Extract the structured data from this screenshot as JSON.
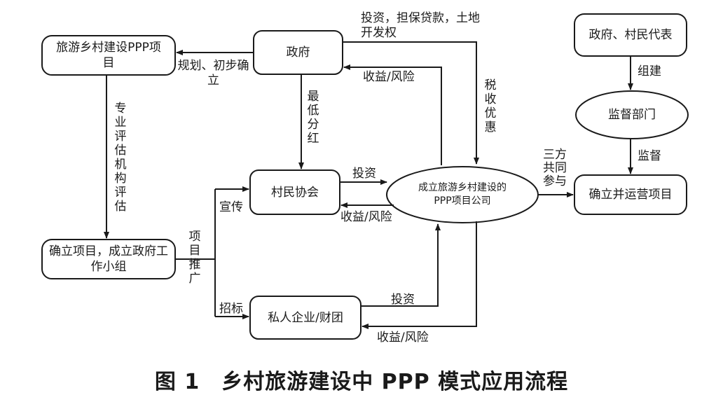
{
  "nodes": {
    "rural_project": "旅游乡村建设PPP项目",
    "government": "政府",
    "gov_villager_rep": "政府、村民代表",
    "supervision": "监督部门",
    "villager_assoc": "村民协会",
    "ppp_company": "成立旅游乡村建设的PPP项目公司",
    "establish_operate": "确立并运营项目",
    "gov_working_group": "确立项目，成立政府工作小组",
    "private_enterprise": "私人企业/财团"
  },
  "edges": {
    "plan_init": "规划、初步确立",
    "invest_guarantee": "投资，担保贷款，土地开发权",
    "revenue_risk_gov": "收益/风险",
    "tax_benefit": "税收优惠",
    "min_dividend": "最低分红",
    "invest_villager": "投资",
    "revenue_risk_villager": "收益/风险",
    "professional_eval": "专业评估机构评估",
    "project_promo": "项目推广",
    "publicize": "宣传",
    "bidding": "招标",
    "invest_private": "投资",
    "revenue_risk_private": "收益/风险",
    "form": "组建",
    "supervise": "监督",
    "three_party": "三方共同参与"
  },
  "caption": "图 1　乡村旅游建设中 PPP 模式应用流程"
}
